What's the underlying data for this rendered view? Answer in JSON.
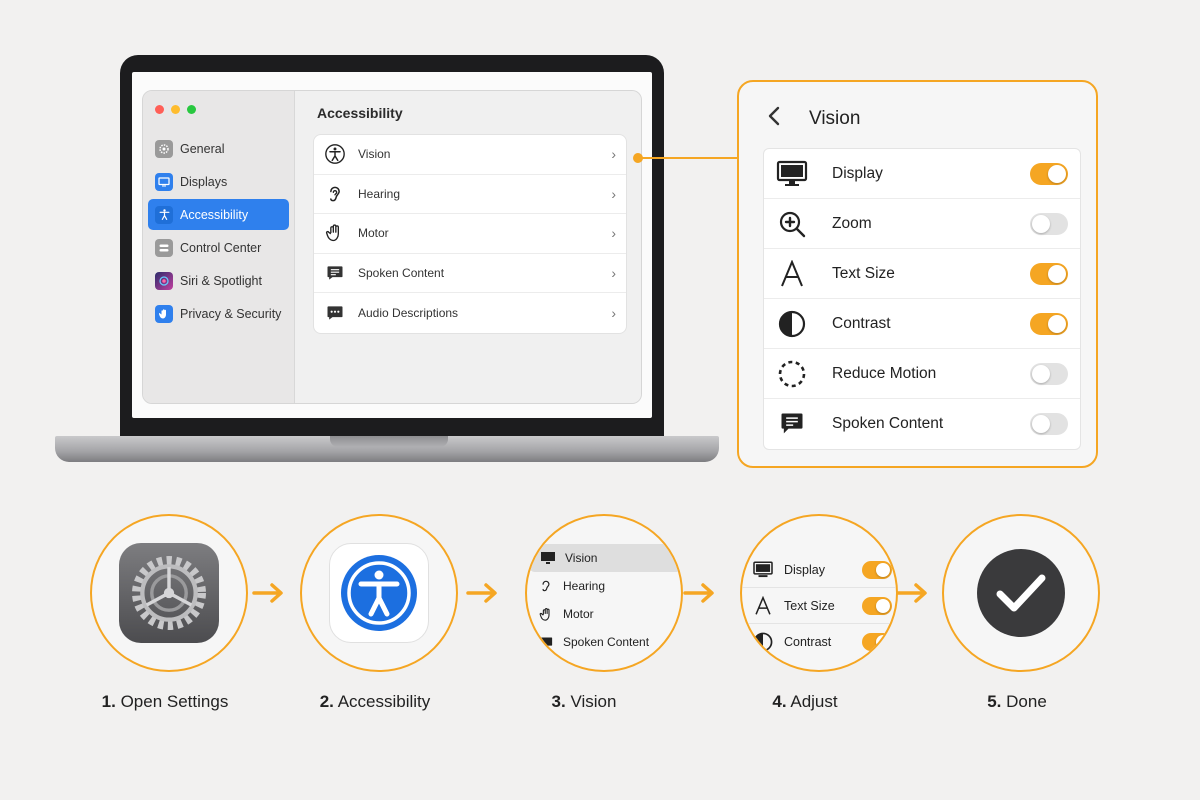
{
  "settings_window": {
    "sidebar": [
      {
        "label": "General",
        "icon": "gear-icon",
        "color": "#9a9a9a",
        "active": false
      },
      {
        "label": "Displays",
        "icon": "display-icon",
        "color": "#2f80ed",
        "active": false
      },
      {
        "label": "Accessibility",
        "icon": "accessibility-icon",
        "color": "#2f80ed",
        "active": true
      },
      {
        "label": "Control Center",
        "icon": "control-center-icon",
        "color": "#9a9a9a",
        "active": false
      },
      {
        "label": "Siri & Spotlight",
        "icon": "siri-icon",
        "color": "#7b4dd8",
        "active": false
      },
      {
        "label": "Privacy & Security",
        "icon": "hand-icon",
        "color": "#2f80ed",
        "active": false
      }
    ],
    "title": "Accessibility",
    "items": [
      {
        "label": "Vision",
        "icon": "accessibility-person-icon"
      },
      {
        "label": "Hearing",
        "icon": "ear-icon"
      },
      {
        "label": "Motor",
        "icon": "hand-icon"
      },
      {
        "label": "Spoken Content",
        "icon": "speech-bubble-icon"
      },
      {
        "label": "Audio Descriptions",
        "icon": "audio-description-icon"
      }
    ]
  },
  "vision_panel": {
    "title": "Vision",
    "items": [
      {
        "label": "Display",
        "icon": "display-icon",
        "on": true
      },
      {
        "label": "Zoom",
        "icon": "zoom-icon",
        "on": false
      },
      {
        "label": "Text Size",
        "icon": "text-size-icon",
        "on": true
      },
      {
        "label": "Contrast",
        "icon": "contrast-icon",
        "on": true
      },
      {
        "label": "Reduce Motion",
        "icon": "reduce-motion-icon",
        "on": false
      },
      {
        "label": "Spoken Content",
        "icon": "speech-bubble-icon",
        "on": false
      }
    ]
  },
  "steps": [
    {
      "num": "1.",
      "label": "Open Settings"
    },
    {
      "num": "2.",
      "label": "Accessibility"
    },
    {
      "num": "3.",
      "label": "Vision"
    },
    {
      "num": "4.",
      "label": "Adjust"
    },
    {
      "num": "5.",
      "label": "Done"
    }
  ],
  "step3_items": [
    "Vision",
    "Hearing",
    "Motor",
    "Spoken Content"
  ],
  "step4_items": [
    {
      "label": "Display",
      "on": true
    },
    {
      "label": "Text Size",
      "on": true
    },
    {
      "label": "Contrast",
      "on": true
    }
  ],
  "colors": {
    "accent": "#f5a623",
    "blue": "#2f80ed",
    "dark": "#3a3a3c"
  }
}
